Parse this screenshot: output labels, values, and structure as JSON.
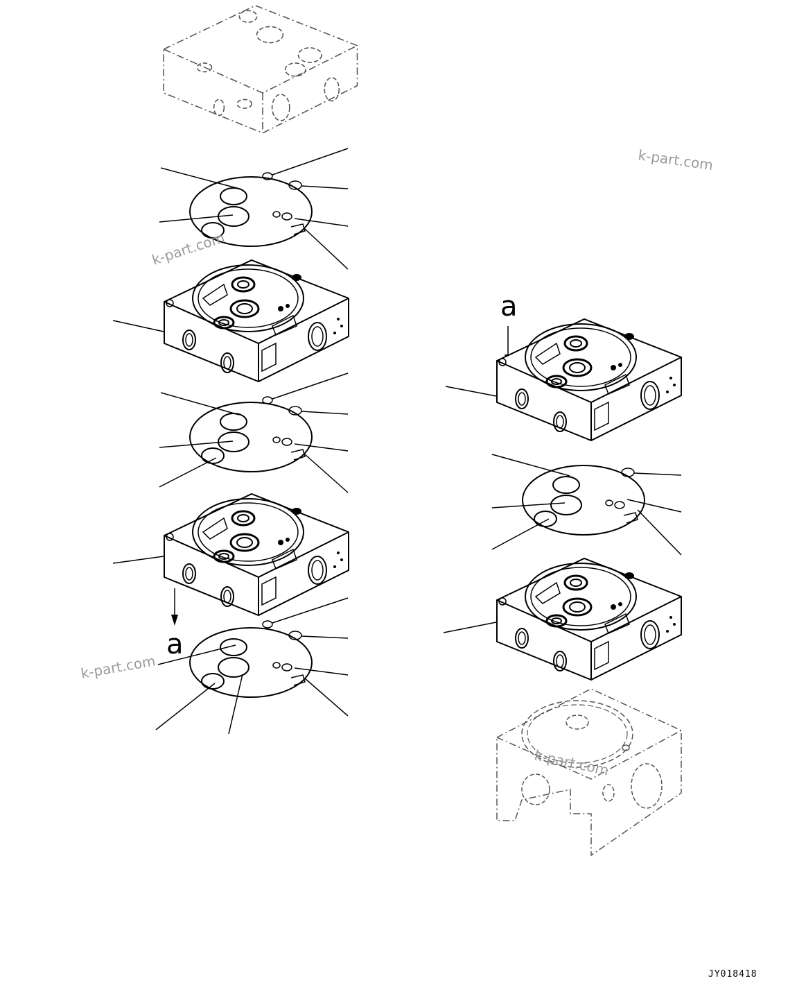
{
  "diagram": {
    "watermarks": [
      "k-part.com",
      "k-part.com",
      "k-part.com",
      "k-part.com"
    ],
    "markers": [
      "a",
      "a"
    ],
    "drawing_code": "JY018418",
    "colors": {
      "line": "#000000",
      "phantom": "#555555",
      "watermark": "#9a9a9a",
      "background": "#ffffff"
    }
  }
}
